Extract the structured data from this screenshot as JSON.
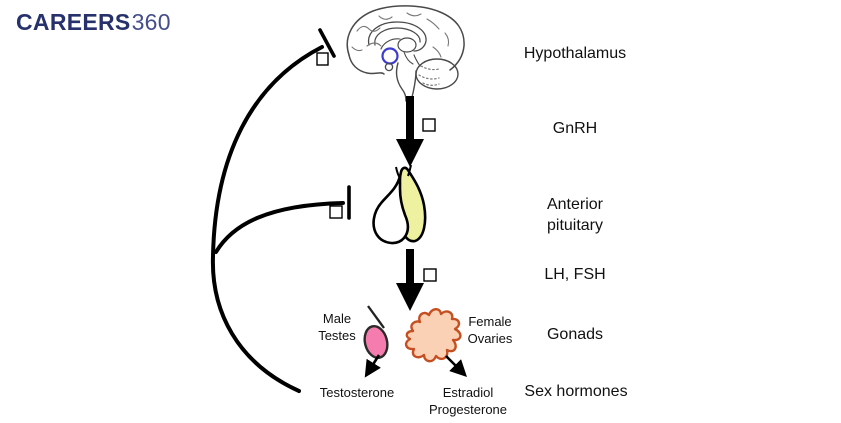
{
  "logo": {
    "brand": "CAREERS",
    "suffix": "360"
  },
  "colors": {
    "logo_navy": "#27316b",
    "logo_suffix_navy": "#444e8c",
    "black": "#000000",
    "brain_stroke": "#4a4a4a",
    "brain_texture": "#777777",
    "hypothalamus_marker_blue": "#3c3ccf",
    "pituitary_posterior_fill": "#eef2a0",
    "pituitary_anterior_fill": "#ffffff",
    "testis_fill": "#f47cae",
    "testis_stroke": "#2a2a2a",
    "ovary_fill": "#fad1b5",
    "ovary_stroke": "#c64f22",
    "sign_box_fill": "#ffffff"
  },
  "labels": {
    "hypothalamus": "Hypothalamus",
    "gnrh": "GnRH",
    "anterior_pituitary_l1": "Anterior",
    "anterior_pituitary_l2": "pituitary",
    "lh_fsh": "LH, FSH",
    "gonads": "Gonads",
    "sex_hormones": "Sex hormones",
    "male_l1": "Male",
    "male_l2": "Testes",
    "female_l1": "Female",
    "female_l2": "Ovaries",
    "testosterone": "Testosterone",
    "estradiol_l1": "Estradiol",
    "estradiol_l2": "Progesterone"
  },
  "icons": {
    "brain": "sagittal-brain-illustration",
    "pituitary": "pituitary-gland-two-lobes",
    "testis": "pink-oval-testis",
    "ovary": "lobed-ovary-blob",
    "sign_box": "empty-square-placeholder",
    "inhibition": "t-bar-inhibition-symbol",
    "flow_arrow": "thick-down-arrow"
  }
}
